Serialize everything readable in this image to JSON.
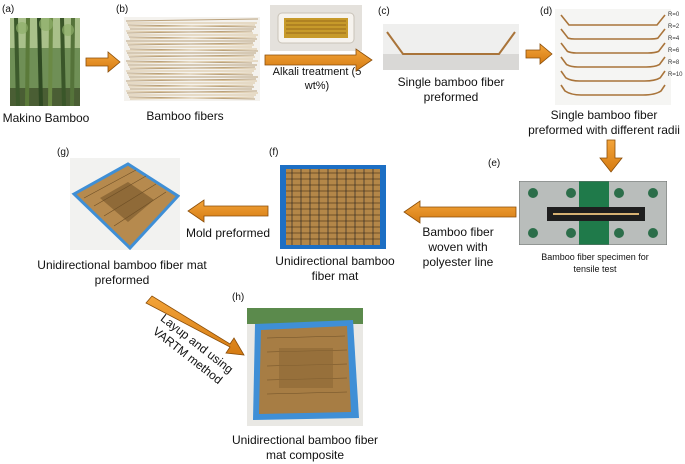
{
  "panels": {
    "a": {
      "tag": "(a)",
      "caption": "Makino Bamboo"
    },
    "b": {
      "tag": "(b)",
      "caption": "Bamboo fibers"
    },
    "c": {
      "tag": "(c)",
      "caption": "Single bamboo fiber preformed"
    },
    "d": {
      "tag": "(d)",
      "caption": "Single bamboo fiber preformed with different radii",
      "radii": [
        "R=0",
        "R=2",
        "R=4",
        "R=6",
        "R=8",
        "R=10"
      ]
    },
    "e": {
      "tag": "(e)",
      "caption": "Bamboo fiber specimen for tensile test"
    },
    "f": {
      "tag": "(f)",
      "caption": "Unidirectional bamboo fiber mat"
    },
    "g": {
      "tag": "(g)",
      "caption": "Unidirectional bamboo fiber mat preformed"
    },
    "h": {
      "tag": "(h)",
      "caption": "Unidirectional bamboo fiber mat composite"
    }
  },
  "steps": {
    "alkali": "Alkali treatment (5 wt%)",
    "woven": "Bamboo fiber woven with polyester line",
    "mold": "Mold preformed",
    "layup": "Layup and using VARTM method"
  },
  "colors": {
    "arrow": "#e28a1c",
    "arrow_edge": "#8a4d08",
    "tape": "#3f8fd6",
    "fiber": "#b98c52"
  }
}
